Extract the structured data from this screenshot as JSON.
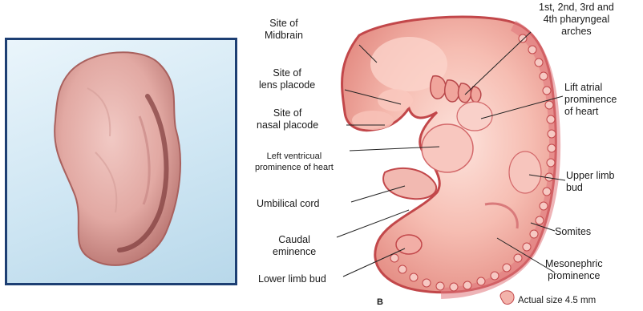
{
  "labels": {
    "midbrain": "Site of\nMidbrain",
    "lens": "Site of\nlens placode",
    "nasal": "Site of\nnasal placode",
    "left_ventricular": "Left ventricual\nprominence of heart",
    "umbilical": "Umbilical cord",
    "caudal": "Caudal\neminence",
    "lower_limb": "Lower limb bud",
    "pharyngeal": "1st, 2nd, 3rd and\n4th pharyngeal\narches",
    "left_atrial": "Lift atrial\nprominence\nof heart",
    "upper_limb": "Upper limb\nbud",
    "somites": "Somites",
    "mesonephric": "Mesonephric\nprominence"
  },
  "panel_letter": "B",
  "scale_label": "Actual size 4.5 mm",
  "colors": {
    "embryo_fill": "#f4b7ad",
    "embryo_edge": "#c2474a",
    "photo_specimen": "#e9b7b2",
    "panel_border": "#1d3f73"
  }
}
